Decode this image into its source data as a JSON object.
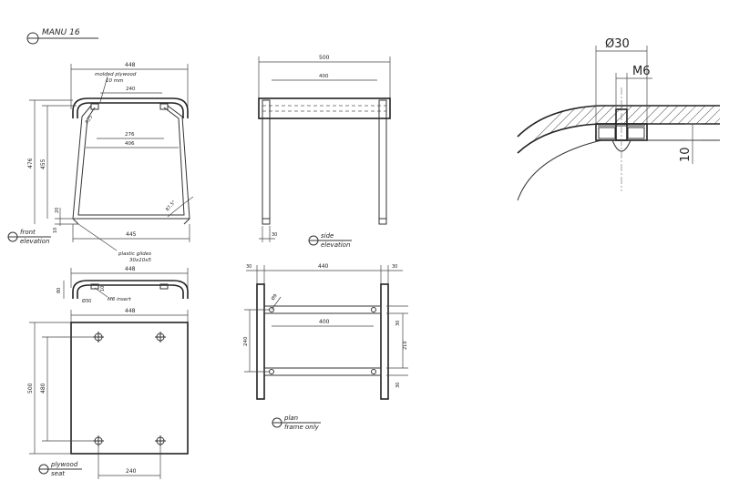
{
  "title": "MANU 16",
  "front_elevation": {
    "label_top": "front",
    "label_bottom": "elevation",
    "dim_width_top": "448",
    "note_plywood_1": "molded plywood",
    "note_plywood_2": "10 mm",
    "dim_240": "240",
    "dim_r25": "R25",
    "dim_276": "276",
    "dim_406": "406",
    "dim_476": "476",
    "dim_455": "455",
    "dim_20": "20",
    "dim_10": "10",
    "dim_angle": "87,5°",
    "dim_445": "445",
    "note_glides_1": "plastic glides",
    "note_glides_2": "30x10x5"
  },
  "side_elevation": {
    "label_top": "side",
    "label_bottom": "elevation",
    "dim_500": "500",
    "dim_400": "400",
    "dim_30": "30"
  },
  "seat_profile": {
    "dim_448": "448",
    "dim_80": "80",
    "dim_30": "Ø30",
    "dim_10": "10",
    "note_insert": "M6 insert"
  },
  "plywood_seat": {
    "label_top": "plywood",
    "label_bottom": "seat",
    "dim_448": "448",
    "dim_500": "500",
    "dim_480": "480",
    "dim_240": "240"
  },
  "plan": {
    "label_top": "plan",
    "label_bottom": "frame only",
    "dim_30_left": "30",
    "dim_440": "440",
    "dim_30_right": "30",
    "dim_phi": "Ø9",
    "dim_400": "400",
    "dim_240": "240",
    "dim_30_a": "30",
    "dim_210": "210",
    "dim_30_b": "30"
  },
  "detail": {
    "dim_d30": "Ø30",
    "dim_m6": "M6",
    "dim_10": "10"
  }
}
